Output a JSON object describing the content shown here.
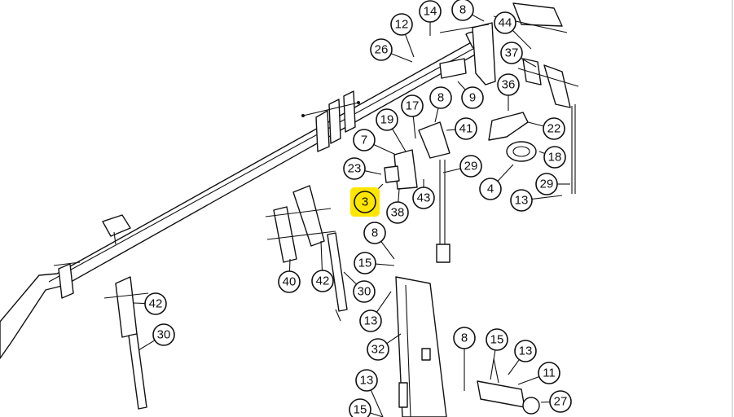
{
  "diagram": {
    "highlight_color": "#ffe600",
    "callouts": [
      {
        "label": "14"
      },
      {
        "label": "8"
      },
      {
        "label": "12"
      },
      {
        "label": "44"
      },
      {
        "label": "26"
      },
      {
        "label": "37"
      },
      {
        "label": "36"
      },
      {
        "label": "9"
      },
      {
        "label": "8"
      },
      {
        "label": "17"
      },
      {
        "label": "19"
      },
      {
        "label": "41"
      },
      {
        "label": "22"
      },
      {
        "label": "7"
      },
      {
        "label": "18"
      },
      {
        "label": "23"
      },
      {
        "label": "29"
      },
      {
        "label": "29"
      },
      {
        "label": "4"
      },
      {
        "label": "3",
        "highlighted": true
      },
      {
        "label": "43"
      },
      {
        "label": "38"
      },
      {
        "label": "13"
      },
      {
        "label": "8"
      },
      {
        "label": "15"
      },
      {
        "label": "40"
      },
      {
        "label": "42"
      },
      {
        "label": "30"
      },
      {
        "label": "42"
      },
      {
        "label": "13"
      },
      {
        "label": "30"
      },
      {
        "label": "32"
      },
      {
        "label": "8"
      },
      {
        "label": "15"
      },
      {
        "label": "13"
      },
      {
        "label": "11"
      },
      {
        "label": "13"
      },
      {
        "label": "27"
      },
      {
        "label": "15"
      }
    ]
  }
}
